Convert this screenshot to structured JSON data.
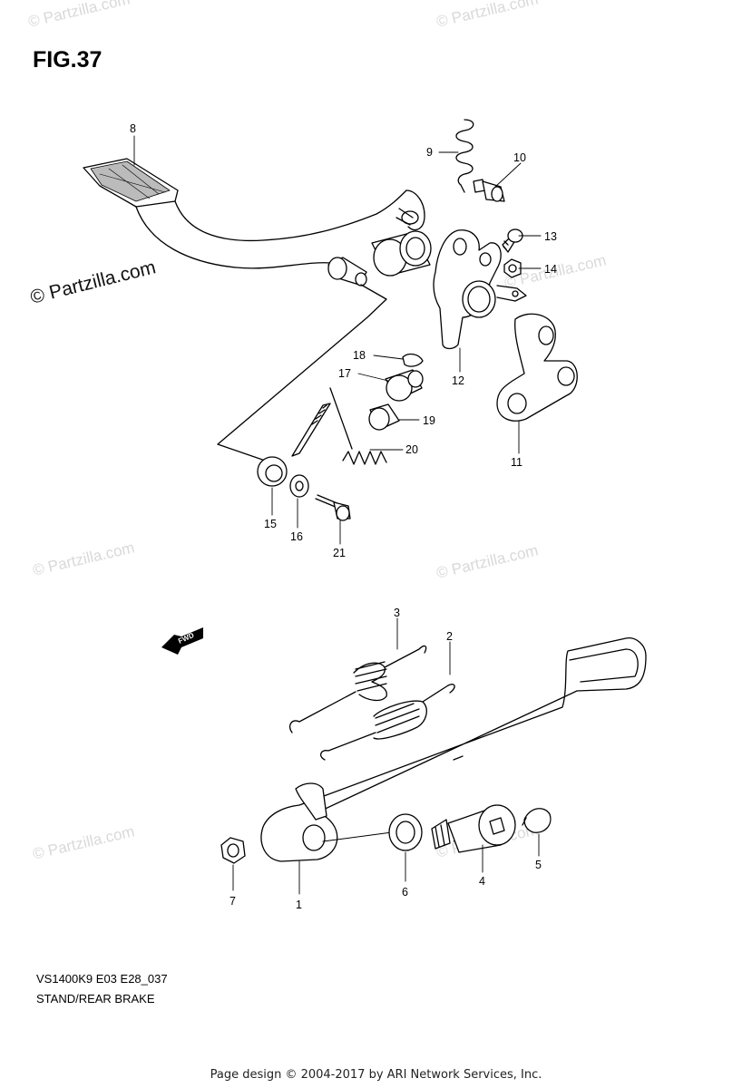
{
  "figure": {
    "title": "FIG.37"
  },
  "watermark": {
    "text": "© Partzilla.com"
  },
  "callouts": [
    {
      "n": "1"
    },
    {
      "n": "2"
    },
    {
      "n": "3"
    },
    {
      "n": "4"
    },
    {
      "n": "5"
    },
    {
      "n": "6"
    },
    {
      "n": "7"
    },
    {
      "n": "8"
    },
    {
      "n": "9"
    },
    {
      "n": "10"
    },
    {
      "n": "11"
    },
    {
      "n": "12"
    },
    {
      "n": "13"
    },
    {
      "n": "14"
    },
    {
      "n": "15"
    },
    {
      "n": "16"
    },
    {
      "n": "17"
    },
    {
      "n": "18"
    },
    {
      "n": "19"
    },
    {
      "n": "20"
    },
    {
      "n": "21"
    }
  ],
  "fwd_label": "FWD",
  "footer": {
    "code": "VS1400K9 E03 E28_037",
    "name": "STAND/REAR BRAKE",
    "copyright": "Page design © 2004-2017 by ARI Network Services, Inc."
  },
  "icons": [
    "fwd-arrow-icon"
  ]
}
